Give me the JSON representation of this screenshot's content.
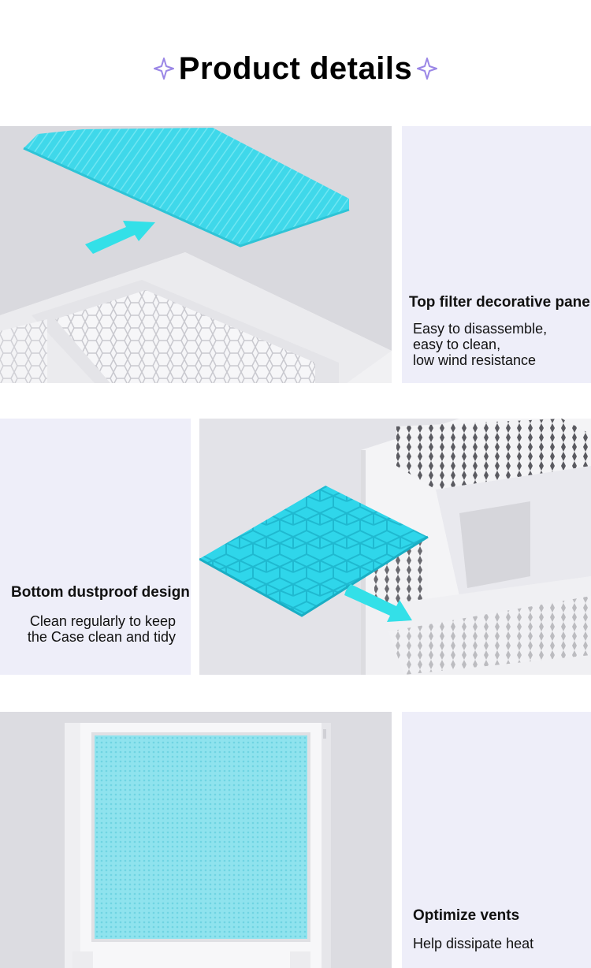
{
  "page": {
    "title": "Product details",
    "accent_color": "#9a86e6",
    "panel_color": "#eeeef9",
    "filter_color": "#33d5e8"
  },
  "sections": [
    {
      "heading": "Top filter decorative panel",
      "description": "Easy to disassemble,\neasy to clean,\nlow wind resistance",
      "image_icon": "top-filter-photo"
    },
    {
      "heading": "Bottom dustproof design",
      "description": "Clean regularly to keep\nthe Case clean and tidy",
      "image_icon": "bottom-filter-photo"
    },
    {
      "heading": "Optimize vents",
      "description": "Help dissipate heat",
      "image_icon": "side-panel-photo"
    }
  ]
}
